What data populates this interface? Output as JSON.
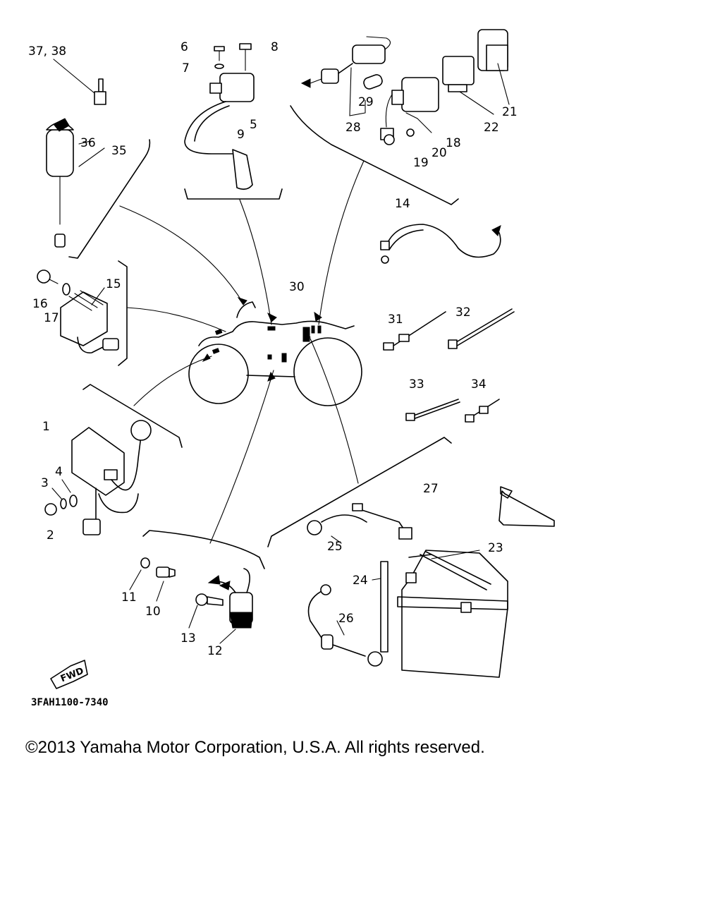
{
  "callouts": [
    {
      "id": "c37",
      "text": "37, 38"
    },
    {
      "id": "c36",
      "text": "36"
    },
    {
      "id": "c35",
      "text": "35"
    },
    {
      "id": "c6",
      "text": "6"
    },
    {
      "id": "c7",
      "text": "7"
    },
    {
      "id": "c8",
      "text": "8"
    },
    {
      "id": "c5",
      "text": "5"
    },
    {
      "id": "c9",
      "text": "9"
    },
    {
      "id": "c29",
      "text": "29"
    },
    {
      "id": "c28",
      "text": "28"
    },
    {
      "id": "c18",
      "text": "18"
    },
    {
      "id": "c20",
      "text": "20"
    },
    {
      "id": "c19",
      "text": "19"
    },
    {
      "id": "c22",
      "text": "22"
    },
    {
      "id": "c21",
      "text": "21"
    },
    {
      "id": "c14",
      "text": "14"
    },
    {
      "id": "c15",
      "text": "15"
    },
    {
      "id": "c16",
      "text": "16"
    },
    {
      "id": "c17",
      "text": "17"
    },
    {
      "id": "c30",
      "text": "30"
    },
    {
      "id": "c31",
      "text": "31"
    },
    {
      "id": "c32",
      "text": "32"
    },
    {
      "id": "c33",
      "text": "33"
    },
    {
      "id": "c34",
      "text": "34"
    },
    {
      "id": "c1",
      "text": "1"
    },
    {
      "id": "c4",
      "text": "4"
    },
    {
      "id": "c3",
      "text": "3"
    },
    {
      "id": "c2",
      "text": "2"
    },
    {
      "id": "c27",
      "text": "27"
    },
    {
      "id": "c25",
      "text": "25"
    },
    {
      "id": "c23",
      "text": "23"
    },
    {
      "id": "c24",
      "text": "24"
    },
    {
      "id": "c26",
      "text": "26"
    },
    {
      "id": "c11",
      "text": "11"
    },
    {
      "id": "c10",
      "text": "10"
    },
    {
      "id": "c13",
      "text": "13"
    },
    {
      "id": "c12",
      "text": "12"
    }
  ],
  "fwd_label": "FWD",
  "diagram_code": "3FAH1100-7340",
  "copyright": "©2013 Yamaha Motor Corporation, U.S.A. All rights reserved."
}
